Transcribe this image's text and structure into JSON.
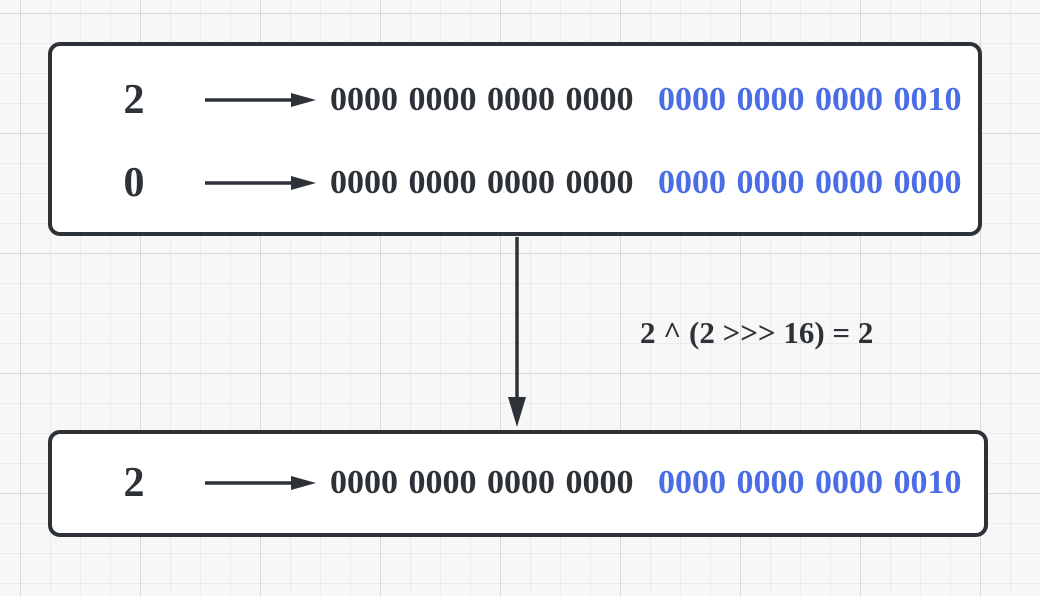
{
  "colors": {
    "ink": "#2c3238",
    "accent_blue": "#4a6de5",
    "box_background": "#ffffff",
    "canvas_background": "#f7f7f8"
  },
  "operands_box": {
    "rows": [
      {
        "label": "2",
        "bits_high": "0000 0000 0000 0000",
        "bits_low": "0000 0000 0000 0010"
      },
      {
        "label": "0",
        "bits_high": "0000 0000 0000 0000",
        "bits_low": "0000 0000 0000 0000"
      }
    ]
  },
  "formula": "2 ^ (2 >>> 16) = 2",
  "result_box": {
    "rows": [
      {
        "label": "2",
        "bits_high": "0000 0000 0000 0000",
        "bits_low": "0000 0000 0000 0010"
      }
    ]
  }
}
